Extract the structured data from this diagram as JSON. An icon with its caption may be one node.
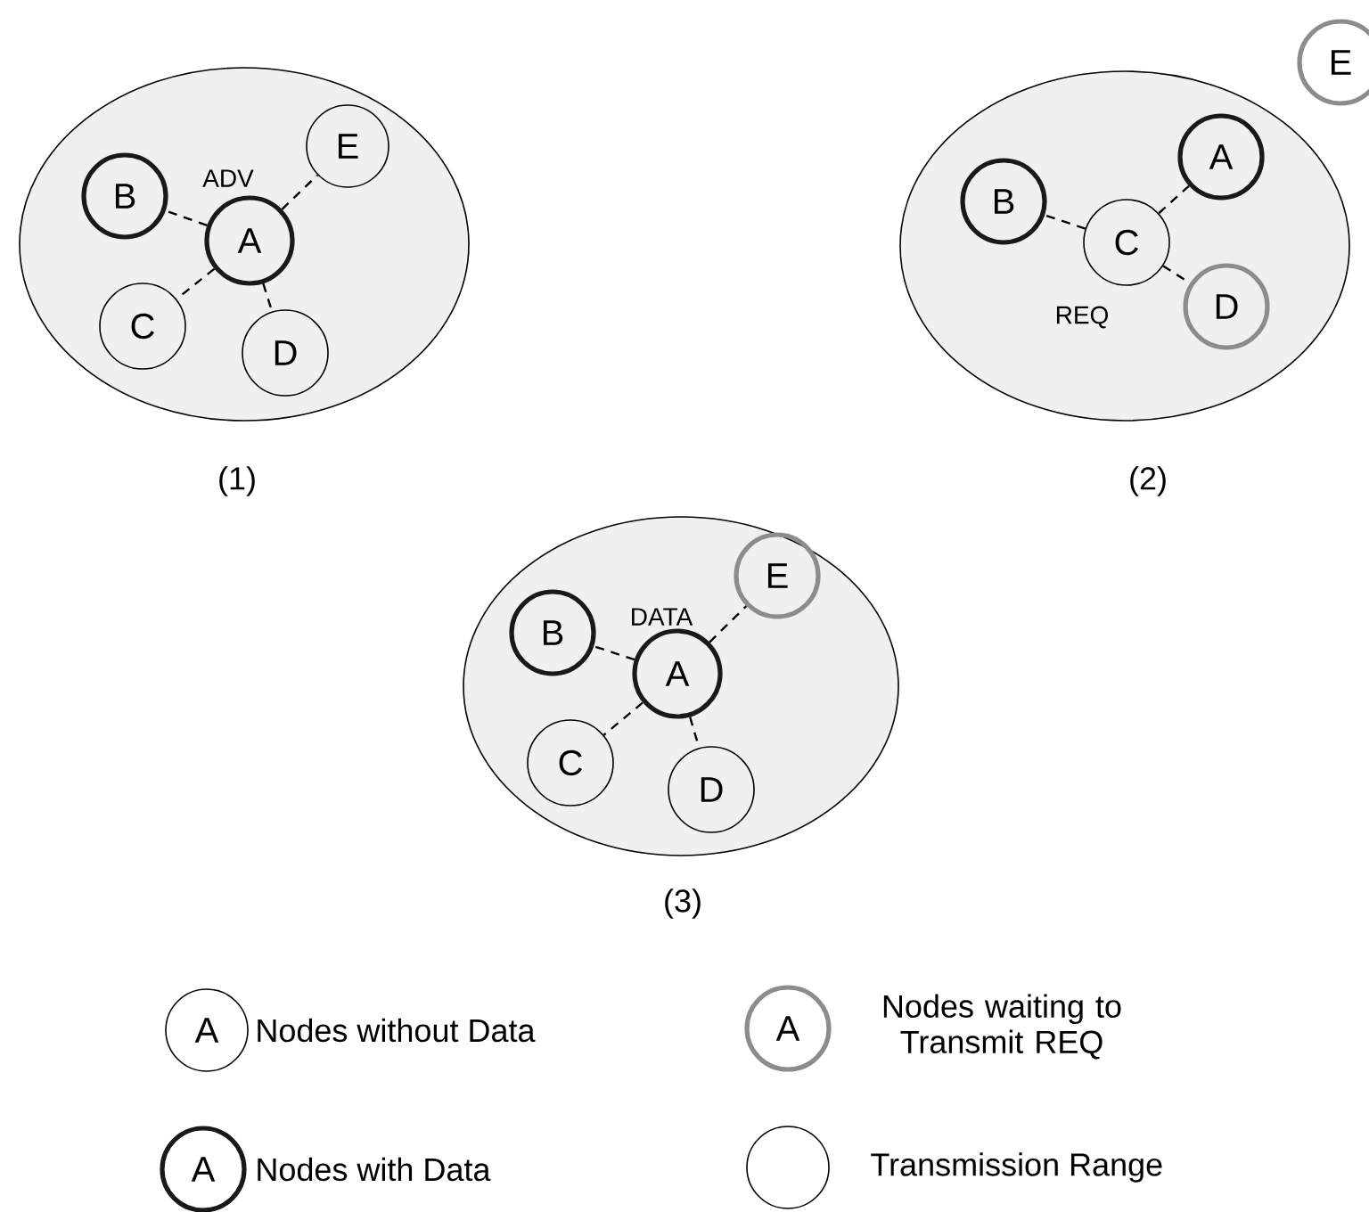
{
  "diagram": {
    "nodes": [
      {
        "text": [],
        "shape": "ellipse"
      },
      {
        "text": [
          "E"
        ],
        "in": 0
      },
      {
        "text": [
          "B"
        ],
        "in": 0
      },
      {
        "text": [
          "A"
        ],
        "in": 0
      },
      {
        "text": [
          "C"
        ],
        "in": 0
      },
      {
        "text": [
          "D"
        ],
        "in": 0
      },
      {
        "text": [
          "E"
        ]
      },
      {
        "text": [],
        "shape": "ellipse"
      },
      {
        "text": [
          "A"
        ],
        "in": 7
      },
      {
        "text": [
          "B"
        ],
        "in": 7
      },
      {
        "text": [
          "C"
        ],
        "in": 7
      },
      {
        "text": [
          "D"
        ],
        "in": 7
      },
      {
        "text": [],
        "shape": "ellipse"
      },
      {
        "text": [
          "E"
        ],
        "in": 12
      },
      {
        "text": [
          "B"
        ],
        "in": 12
      },
      {
        "text": [
          "A"
        ],
        "in": 12
      },
      {
        "text": [
          "C"
        ],
        "in": 12
      },
      {
        "text": [
          "D"
        ],
        "in": 12
      }
    ],
    "edges": [
      {
        "from": 3,
        "to": 1,
        "arrow": "none",
        "style": "dashed"
      },
      {
        "from": 3,
        "to": 2,
        "arrow": "none",
        "style": "dashed"
      },
      {
        "from": 3,
        "to": 4,
        "arrow": "none",
        "style": "dashed"
      },
      {
        "from": 3,
        "to": 5,
        "arrow": "none",
        "style": "dashed"
      },
      {
        "from": 10,
        "to": 8,
        "arrow": "none",
        "style": "dashed"
      },
      {
        "from": 10,
        "to": 9,
        "arrow": "none",
        "style": "dashed"
      },
      {
        "from": 10,
        "to": 11,
        "arrow": "none",
        "style": "dashed"
      },
      {
        "from": 15,
        "to": 13,
        "arrow": "none",
        "style": "dashed"
      },
      {
        "from": 15,
        "to": 14,
        "arrow": "none",
        "style": "dashed"
      },
      {
        "from": 15,
        "to": 16,
        "arrow": "none",
        "style": "dashed"
      },
      {
        "from": 15,
        "to": 17,
        "arrow": "none",
        "style": "dashed"
      }
    ],
    "labels": [
      "ADV",
      "REQ",
      "(1)",
      "(2)",
      "DATA",
      "(3)",
      "A",
      "A",
      "A"
    ],
    "legend": [
      {
        "text": "Nodes without Data"
      },
      {
        "text": "Nodes waiting to Transmit REQ"
      },
      {
        "text": "Nodes with Data"
      },
      {
        "text": "Transmission Range"
      }
    ]
  }
}
